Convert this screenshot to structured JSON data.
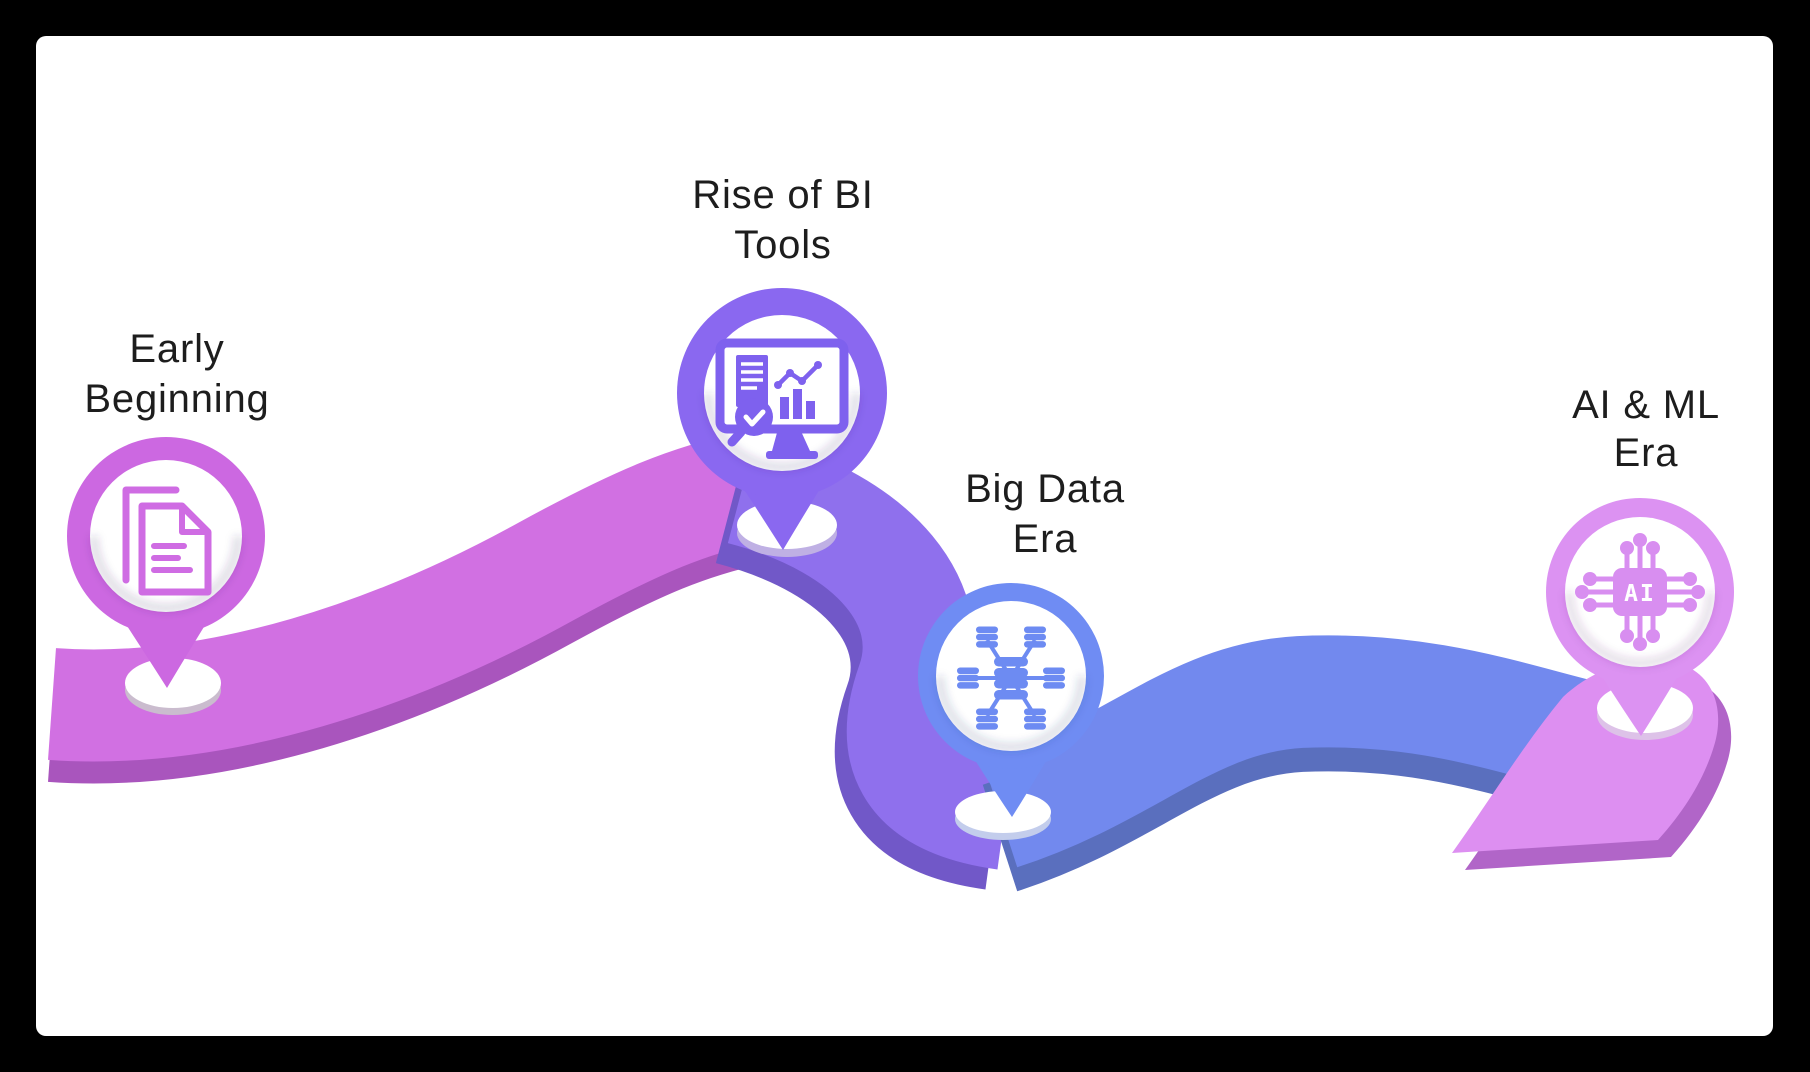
{
  "frame": {
    "background": "#000000",
    "canvas": "#ffffff"
  },
  "text_color": "#1d1d1d",
  "timeline": {
    "nodes": [
      {
        "line1": "Early",
        "line2": "Beginning",
        "icon": "document-icon",
        "color": "#cc68e1",
        "icon_color": "#cf6ce3",
        "platform_shadow": "#cabcce"
      },
      {
        "line1": "Rise of BI",
        "line2": "Tools",
        "icon": "bi-dashboard-icon",
        "color": "#8a68f0",
        "icon_color": "#7e61ee",
        "platform_shadow": "#bfb0e4"
      },
      {
        "line1": "Big Data",
        "line2": "Era",
        "icon": "big-data-network-icon",
        "color": "#6f8cf3",
        "icon_color": "#6d8bf2",
        "platform_shadow": "#c3cdec"
      },
      {
        "line1": "AI & ML",
        "line2": "Era",
        "icon": "ai-chip-icon",
        "chip_text": "AI",
        "color": "#dc92f2",
        "icon_color": "#d88ef0",
        "platform_shadow": "#ddc2e8"
      }
    ],
    "road": {
      "segment_colors": [
        "#d170e2",
        "#8f70ed",
        "#7289ee",
        "#dd8ff1"
      ],
      "rim_colors": [
        "#a955bd",
        "#7158c8",
        "#5a6fbe",
        "#b165c8"
      ]
    }
  }
}
